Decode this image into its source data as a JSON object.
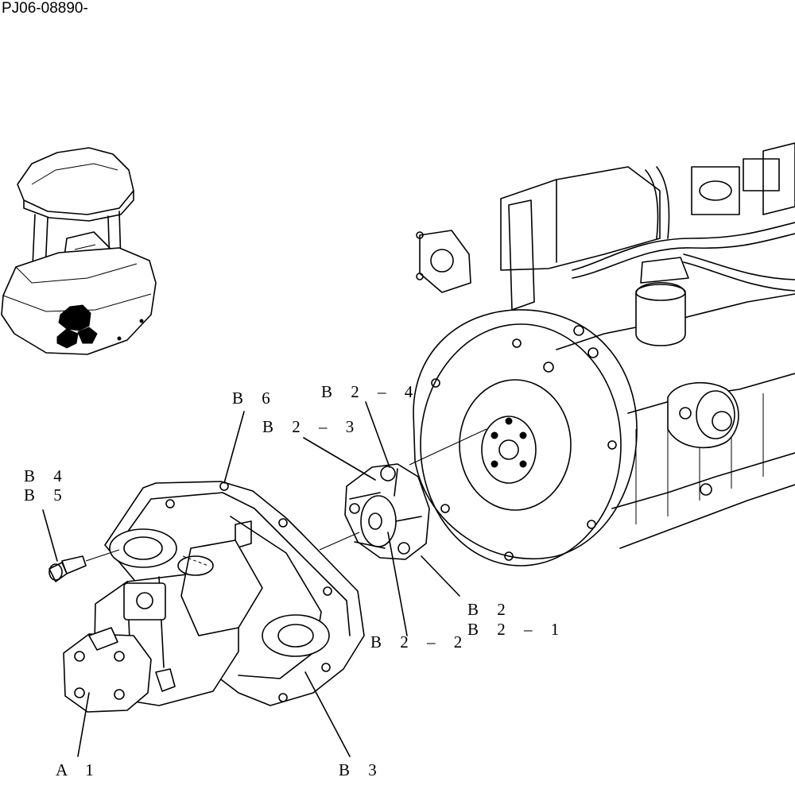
{
  "document": {
    "id": "PJ06-08890-"
  },
  "callouts": {
    "b6": "B 6",
    "b2_4": "B 2 – 4",
    "b2_3": "B 2 – 3",
    "b4": "B 4",
    "b5": "B 5",
    "b2": "B 2",
    "b2_1": "B 2 – 1",
    "b2_2": "B 2 – 2",
    "a1": "A 1",
    "b3": "B 3"
  }
}
